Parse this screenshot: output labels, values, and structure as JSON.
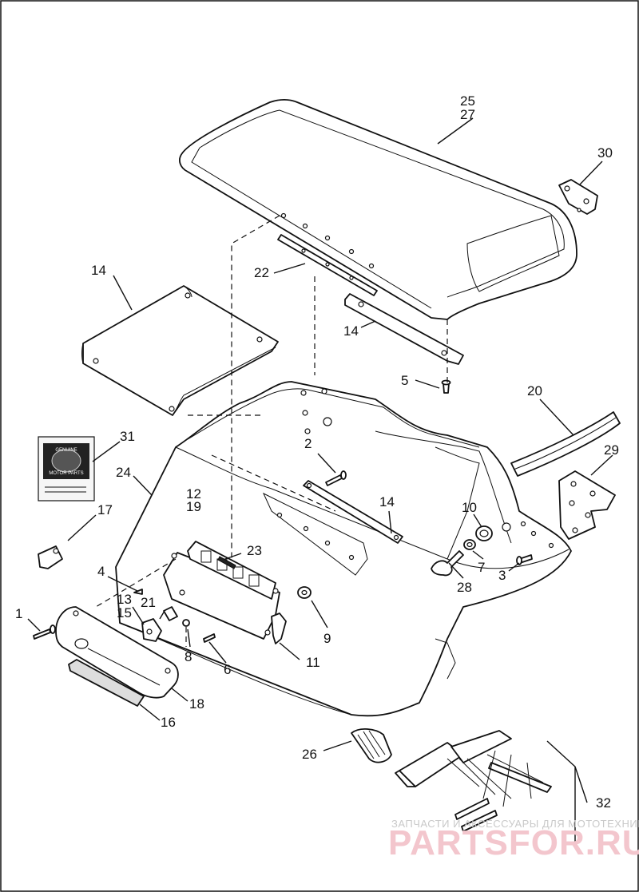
{
  "diagram": {
    "callouts": [
      {
        "id": "c1",
        "label": "1"
      },
      {
        "id": "c2",
        "label": "2"
      },
      {
        "id": "c3",
        "label": "3"
      },
      {
        "id": "c4",
        "label": "4"
      },
      {
        "id": "c5",
        "label": "5"
      },
      {
        "id": "c6",
        "label": "6"
      },
      {
        "id": "c7",
        "label": "7"
      },
      {
        "id": "c8",
        "label": "8"
      },
      {
        "id": "c9",
        "label": "9"
      },
      {
        "id": "c10",
        "label": "10"
      },
      {
        "id": "c11",
        "label": "11"
      },
      {
        "id": "c12",
        "label": "12"
      },
      {
        "id": "c13",
        "label": "13"
      },
      {
        "id": "c14a",
        "label": "14"
      },
      {
        "id": "c14b",
        "label": "14"
      },
      {
        "id": "c14c",
        "label": "14"
      },
      {
        "id": "c15",
        "label": "15"
      },
      {
        "id": "c16",
        "label": "16"
      },
      {
        "id": "c17",
        "label": "17"
      },
      {
        "id": "c18",
        "label": "18"
      },
      {
        "id": "c19",
        "label": "19"
      },
      {
        "id": "c20",
        "label": "20"
      },
      {
        "id": "c21",
        "label": "21"
      },
      {
        "id": "c22",
        "label": "22"
      },
      {
        "id": "c23",
        "label": "23"
      },
      {
        "id": "c24",
        "label": "24"
      },
      {
        "id": "c25",
        "label": "25"
      },
      {
        "id": "c26",
        "label": "26"
      },
      {
        "id": "c27",
        "label": "27"
      },
      {
        "id": "c28",
        "label": "28"
      },
      {
        "id": "c29",
        "label": "29"
      },
      {
        "id": "c30",
        "label": "30"
      },
      {
        "id": "c31",
        "label": "31"
      },
      {
        "id": "c32",
        "label": "32"
      }
    ]
  },
  "watermark": {
    "caption": "ЗАПЧАСТИ И АКСЕССУАРЫ ДЛЯ МОТОТЕХНИКИ",
    "brand": "PARTSFOR.RU"
  },
  "badge": {
    "text_top": "GENUINE",
    "text_bottom": "MOTOR PARTS"
  }
}
